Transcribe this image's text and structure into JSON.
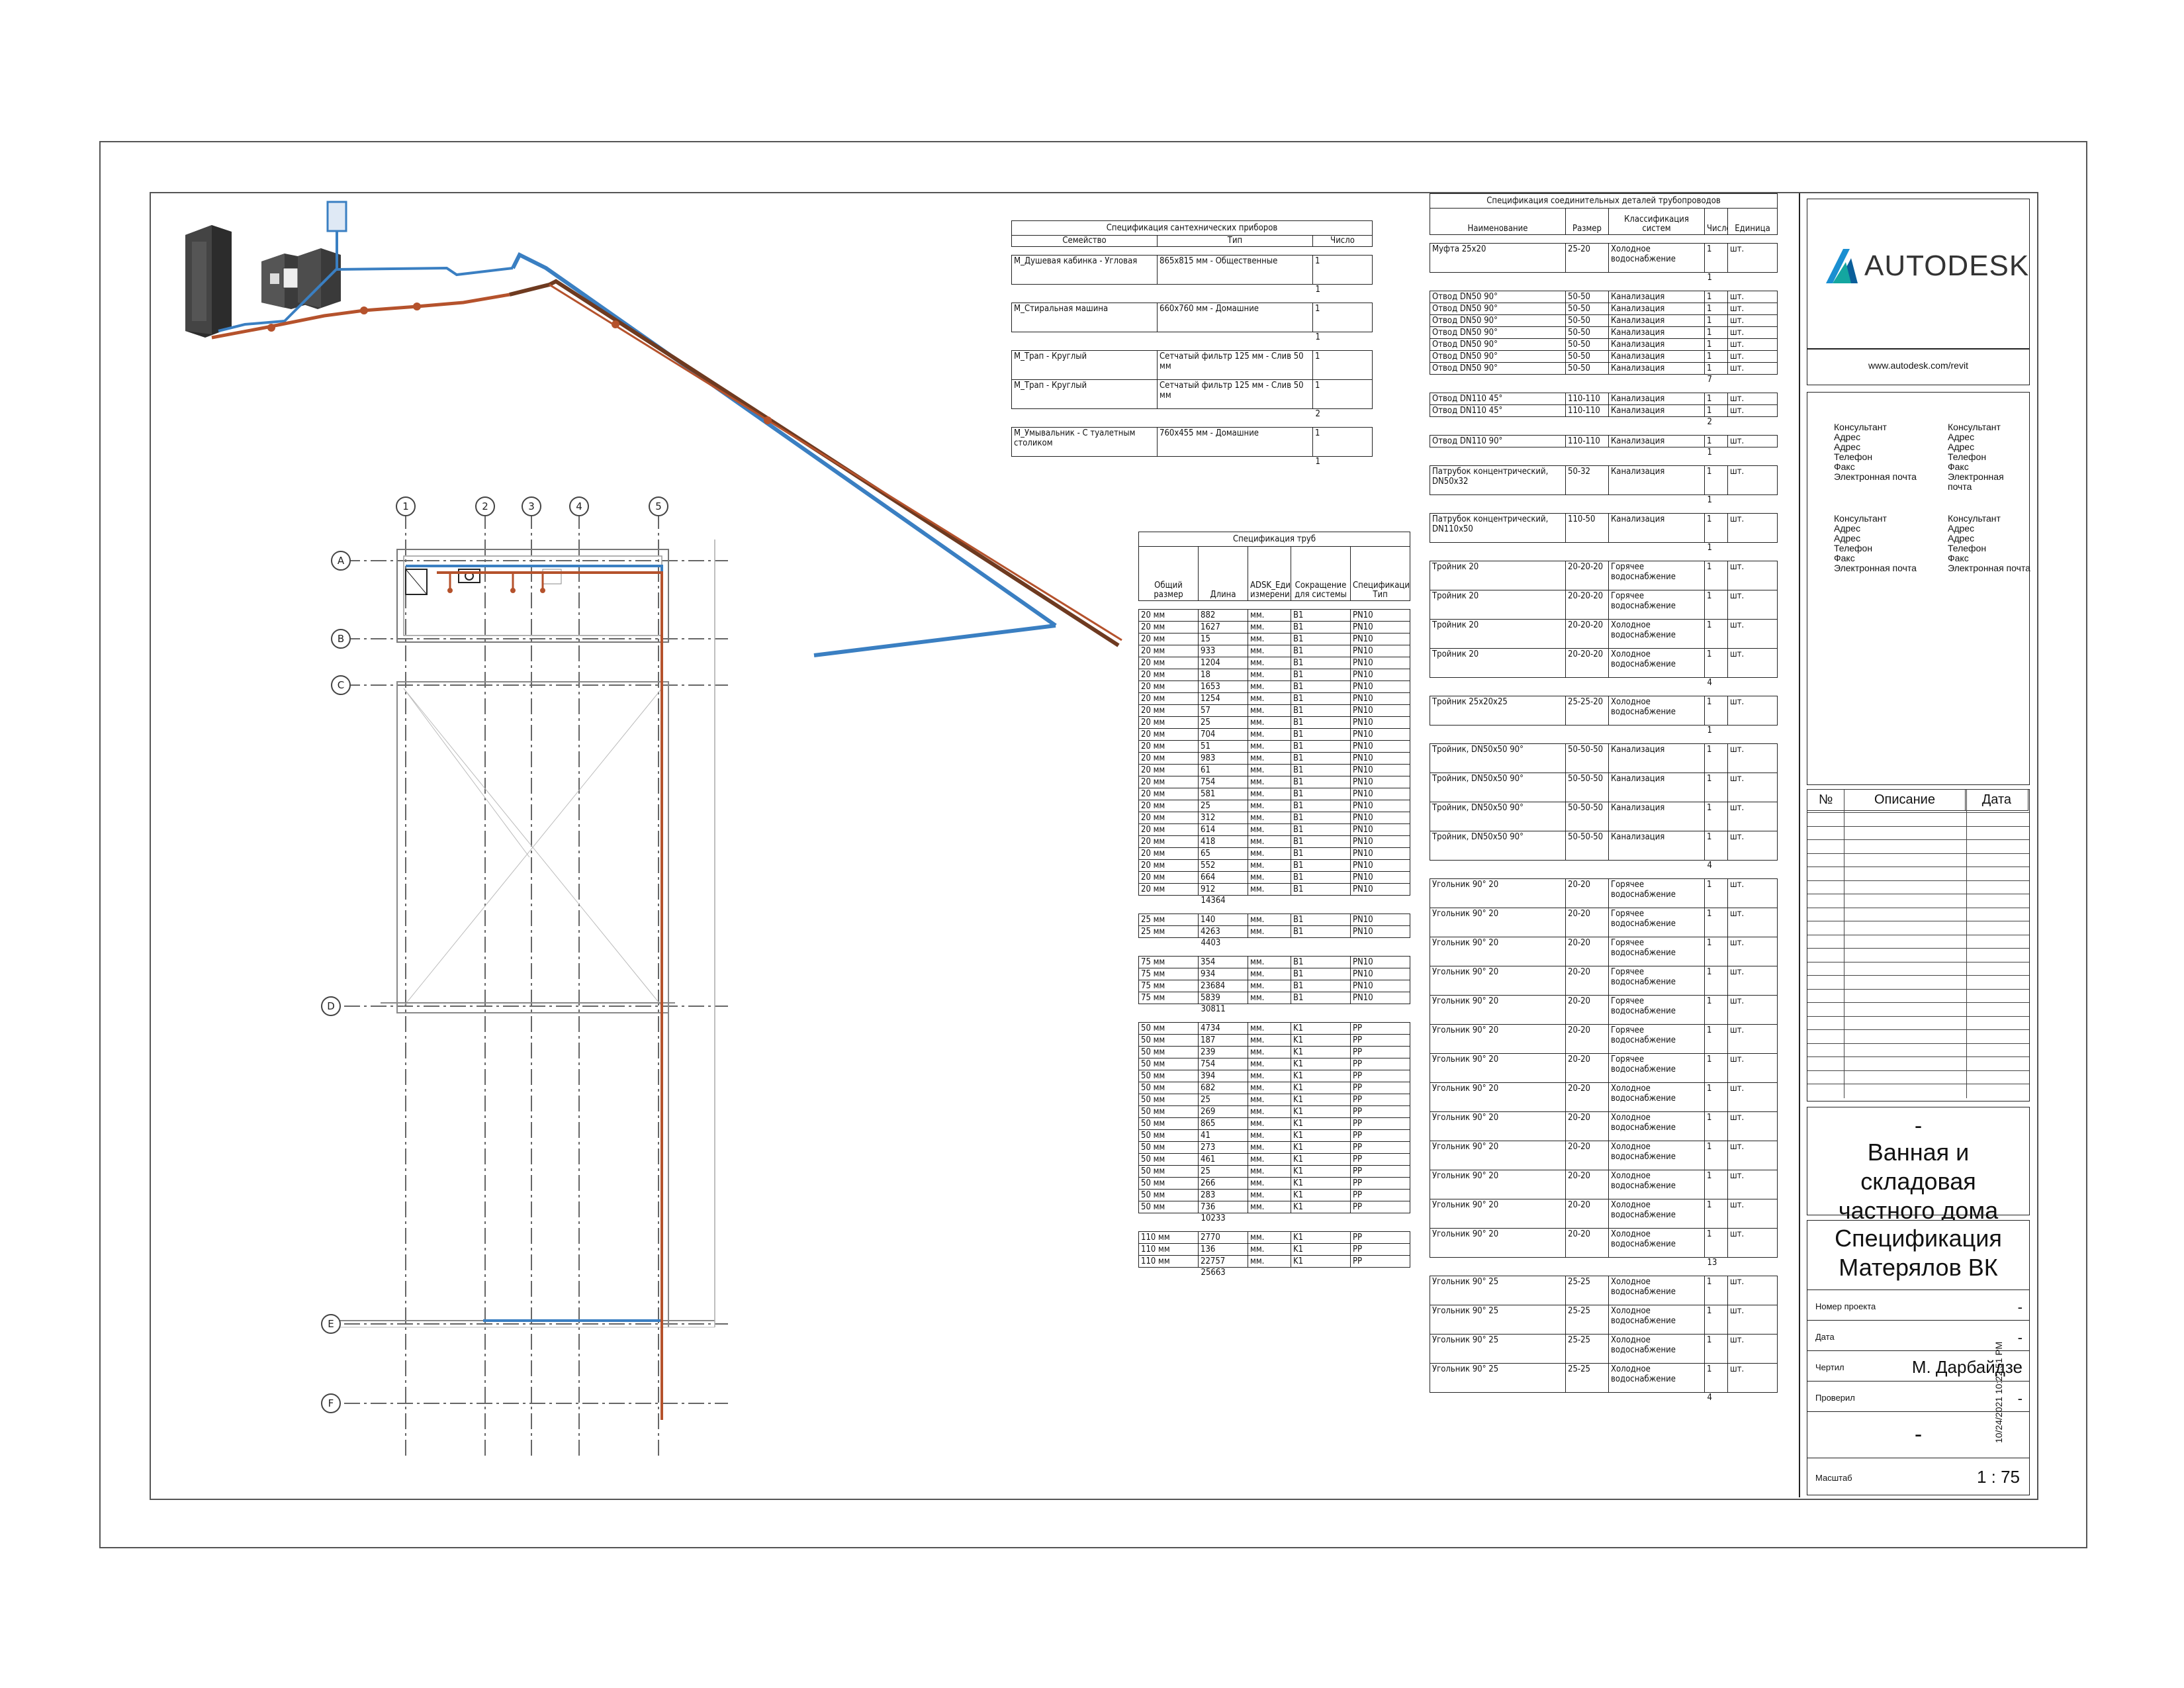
{
  "titleblock": {
    "brand": "AUTODESK",
    "url": "www.autodesk.com/revit",
    "consultants": [
      {
        "name": "Консультант",
        "lines": [
          "Адрес",
          "Адрес",
          "Телефон",
          "Факс",
          "Электронная почта"
        ]
      },
      {
        "name": "Консультант",
        "lines": [
          "Адрес",
          "Адрес",
          "Телефон",
          "Факс",
          "Электронная почта"
        ]
      },
      {
        "name": "Консультант",
        "lines": [
          "Адрес",
          "Адрес",
          "Телефон",
          "Факс",
          "Электронная почта"
        ]
      },
      {
        "name": "Консультант",
        "lines": [
          "Адрес",
          "Адрес",
          "Телефон",
          "Факс",
          "Электронная почта"
        ]
      }
    ],
    "revision_headers": {
      "num": "№",
      "desc": "Описание",
      "date": "Дата"
    },
    "project_name": "Ванная и складовая частного дома",
    "project_dash": "-",
    "sheet_name": "Спецификация Матерялов ВК",
    "fields": [
      {
        "label": "Номер проекта",
        "value": "-"
      },
      {
        "label": "Дата",
        "value": "-"
      },
      {
        "label": "Чертил",
        "value": "М. Дарбайдзе"
      },
      {
        "label": "Проверил",
        "value": "-"
      }
    ],
    "sheet_number": "-",
    "scale_label": "Масштаб",
    "scale_value": "1 : 75",
    "timestamp": "10/24/2021 10:22:51 PM"
  },
  "grid": {
    "columns": [
      "1",
      "2",
      "3",
      "4",
      "5"
    ],
    "rows": [
      "A",
      "B",
      "C",
      "D",
      "E",
      "F"
    ]
  },
  "colors": {
    "hot": "#b5522c",
    "cold": "#3a7fc2",
    "line": "#222"
  },
  "fixtures_table": {
    "title": "Спецификация сантехнических приборов",
    "headers": [
      "Семейство",
      "Тип",
      "Число"
    ],
    "groups": [
      {
        "rows": [
          [
            "M_Душевая кабинка - Угловая",
            "865x815 мм - Общественные",
            "1"
          ]
        ],
        "total": "1"
      },
      {
        "rows": [
          [
            "M_Стиральная машина",
            "660x760 мм - Домашние",
            "1"
          ]
        ],
        "total": "1"
      },
      {
        "rows": [
          [
            "M_Трап - Круглый",
            "Сетчатый фильтр 125 мм - Слив 50 мм",
            "1"
          ],
          [
            "M_Трап - Круглый",
            "Сетчатый фильтр 125 мм - Слив 50 мм",
            "1"
          ]
        ],
        "total": "2"
      },
      {
        "rows": [
          [
            "M_Умывальник - С туалетным столиком",
            "760x455 мм - Домашние",
            "1"
          ]
        ],
        "total": "1"
      }
    ]
  },
  "pipes_table": {
    "title": "Спецификация труб",
    "headers": [
      "Общий размер",
      "Длина",
      "ADSK_Единица измерения",
      "Сокращение для системы",
      "Спецификация/Тип"
    ],
    "groups": [
      {
        "size": "20 мм",
        "sys": "B1",
        "type": "PN10",
        "unit": "мм.",
        "lengths": [
          "882",
          "1627",
          "15",
          "933",
          "1204",
          "18",
          "1653",
          "1254",
          "57",
          "25",
          "704",
          "51",
          "983",
          "61",
          "754",
          "581",
          "25",
          "312",
          "614",
          "418",
          "65",
          "552",
          "664",
          "912"
        ],
        "total": "14364"
      },
      {
        "size": "25 мм",
        "sys": "B1",
        "type": "PN10",
        "unit": "мм.",
        "lengths": [
          "140",
          "4263"
        ],
        "total": "4403"
      },
      {
        "size": "75 мм",
        "sys": "B1",
        "type": "PN10",
        "unit": "мм.",
        "lengths": [
          "354",
          "934",
          "23684",
          "5839"
        ],
        "total": "30811"
      },
      {
        "size": "50 мм",
        "sys": "K1",
        "type": "PP",
        "unit": "мм.",
        "lengths": [
          "4734",
          "187",
          "239",
          "754",
          "394",
          "682",
          "25",
          "269",
          "865",
          "41",
          "273",
          "461",
          "25",
          "266",
          "283",
          "736"
        ],
        "total": "10233"
      },
      {
        "size": "110 мм",
        "sys": "K1",
        "type": "PP",
        "unit": "мм.",
        "lengths": [
          "2770",
          "136",
          "22757"
        ],
        "total": "25663"
      }
    ]
  },
  "fittings_table": {
    "title": "Спецификация соединительных деталей трубопроводов",
    "headers": [
      "Наименование",
      "Размер",
      "Классификация систем",
      "Число",
      "Единица"
    ],
    "groups": [
      {
        "rows": [
          [
            "Муфта 25x20",
            "25-20",
            "Холодное водоснабжение",
            "1",
            "шт."
          ]
        ],
        "total": "1"
      },
      {
        "rows": [
          [
            "Отвод DN50 90°",
            "50-50",
            "Канализация",
            "1",
            "шт."
          ],
          [
            "Отвод DN50 90°",
            "50-50",
            "Канализация",
            "1",
            "шт."
          ],
          [
            "Отвод DN50 90°",
            "50-50",
            "Канализация",
            "1",
            "шт."
          ],
          [
            "Отвод DN50 90°",
            "50-50",
            "Канализация",
            "1",
            "шт."
          ],
          [
            "Отвод DN50 90°",
            "50-50",
            "Канализация",
            "1",
            "шт."
          ],
          [
            "Отвод DN50 90°",
            "50-50",
            "Канализация",
            "1",
            "шт."
          ],
          [
            "Отвод DN50 90°",
            "50-50",
            "Канализация",
            "1",
            "шт."
          ]
        ],
        "total": "7"
      },
      {
        "rows": [
          [
            "Отвод DN110 45°",
            "110-110",
            "Канализация",
            "1",
            "шт."
          ],
          [
            "Отвод DN110 45°",
            "110-110",
            "Канализация",
            "1",
            "шт."
          ]
        ],
        "total": "2"
      },
      {
        "rows": [
          [
            "Отвод DN110 90°",
            "110-110",
            "Канализация",
            "1",
            "шт."
          ]
        ],
        "total": "1"
      },
      {
        "rows": [
          [
            "Патрубок концентрический, DN50x32",
            "50-32",
            "Канализация",
            "1",
            "шт."
          ]
        ],
        "total": "1"
      },
      {
        "rows": [
          [
            "Патрубок концентрический, DN110x50",
            "110-50",
            "Канализация",
            "1",
            "шт."
          ]
        ],
        "total": "1"
      },
      {
        "rows": [
          [
            "Тройник 20",
            "20-20-20",
            "Горячее водоснабжение",
            "1",
            "шт."
          ],
          [
            "Тройник 20",
            "20-20-20",
            "Горячее водоснабжение",
            "1",
            "шт."
          ],
          [
            "Тройник 20",
            "20-20-20",
            "Холодное водоснабжение",
            "1",
            "шт."
          ],
          [
            "Тройник 20",
            "20-20-20",
            "Холодное водоснабжение",
            "1",
            "шт."
          ]
        ],
        "total": "4"
      },
      {
        "rows": [
          [
            "Тройник 25x20x25",
            "25-25-20",
            "Холодное водоснабжение",
            "1",
            "шт."
          ]
        ],
        "total": "1"
      },
      {
        "rows": [
          [
            "Тройник, DN50x50 90°",
            "50-50-50",
            "Канализация",
            "1",
            "шт."
          ],
          [
            "Тройник, DN50x50 90°",
            "50-50-50",
            "Канализация",
            "1",
            "шт."
          ],
          [
            "Тройник, DN50x50 90°",
            "50-50-50",
            "Канализация",
            "1",
            "шт."
          ],
          [
            "Тройник, DN50x50 90°",
            "50-50-50",
            "Канализация",
            "1",
            "шт."
          ]
        ],
        "total": "4"
      },
      {
        "rows": [
          [
            "Угольник 90° 20",
            "20-20",
            "Горячее водоснабжение",
            "1",
            "шт."
          ],
          [
            "Угольник 90° 20",
            "20-20",
            "Горячее водоснабжение",
            "1",
            "шт."
          ],
          [
            "Угольник 90° 20",
            "20-20",
            "Горячее водоснабжение",
            "1",
            "шт."
          ],
          [
            "Угольник 90° 20",
            "20-20",
            "Горячее водоснабжение",
            "1",
            "шт."
          ],
          [
            "Угольник 90° 20",
            "20-20",
            "Горячее водоснабжение",
            "1",
            "шт."
          ],
          [
            "Угольник 90° 20",
            "20-20",
            "Горячее водоснабжение",
            "1",
            "шт."
          ],
          [
            "Угольник 90° 20",
            "20-20",
            "Горячее водоснабжение",
            "1",
            "шт."
          ],
          [
            "Угольник 90° 20",
            "20-20",
            "Холодное водоснабжение",
            "1",
            "шт."
          ],
          [
            "Угольник 90° 20",
            "20-20",
            "Холодное водоснабжение",
            "1",
            "шт."
          ],
          [
            "Угольник 90° 20",
            "20-20",
            "Холодное водоснабжение",
            "1",
            "шт."
          ],
          [
            "Угольник 90° 20",
            "20-20",
            "Холодное водоснабжение",
            "1",
            "шт."
          ],
          [
            "Угольник 90° 20",
            "20-20",
            "Холодное водоснабжение",
            "1",
            "шт."
          ],
          [
            "Угольник 90° 20",
            "20-20",
            "Холодное водоснабжение",
            "1",
            "шт."
          ]
        ],
        "total": "13"
      },
      {
        "rows": [
          [
            "Угольник 90° 25",
            "25-25",
            "Холодное водоснабжение",
            "1",
            "шт."
          ],
          [
            "Угольник 90° 25",
            "25-25",
            "Холодное водоснабжение",
            "1",
            "шт."
          ],
          [
            "Угольник 90° 25",
            "25-25",
            "Холодное водоснабжение",
            "1",
            "шт."
          ],
          [
            "Угольник 90° 25",
            "25-25",
            "Холодное водоснабжение",
            "1",
            "шт."
          ]
        ],
        "total": "4"
      }
    ]
  }
}
